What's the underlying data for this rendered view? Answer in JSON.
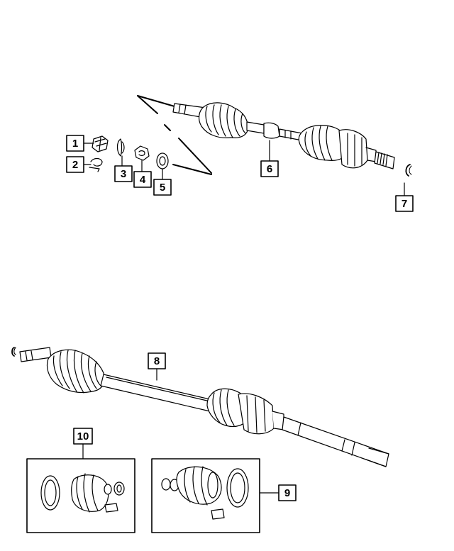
{
  "diagram": {
    "callouts": [
      {
        "id": "1",
        "label": "1"
      },
      {
        "id": "2",
        "label": "2"
      },
      {
        "id": "3",
        "label": "3"
      },
      {
        "id": "4",
        "label": "4"
      },
      {
        "id": "5",
        "label": "5"
      },
      {
        "id": "6",
        "label": "6"
      },
      {
        "id": "7",
        "label": "7"
      },
      {
        "id": "8",
        "label": "8"
      },
      {
        "id": "9",
        "label": "9"
      },
      {
        "id": "10",
        "label": "10"
      }
    ]
  },
  "colors": {
    "line": "#000000",
    "background": "#ffffff"
  }
}
